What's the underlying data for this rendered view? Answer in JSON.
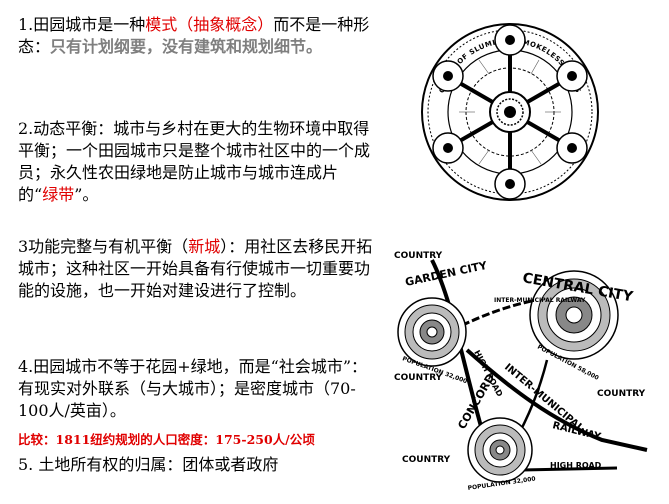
{
  "items": {
    "p1": {
      "a": "1.田园城市是一种",
      "b": "模式（抽象概念）",
      "c": "而不是一种形态：",
      "d": "只有计划纲要，没有建筑和规划细节。"
    },
    "p2": {
      "a": "2.动态平衡：城市与乡村在更大的生物环境中取得平衡；一个田园城市只是整个城市社区中的一个成员；永久性农田绿地是防止城市与城市连成片的“",
      "b": "绿带",
      "c": "”。"
    },
    "p3": {
      "a": "3功能完整与有机平衡（",
      "b": "新城",
      "c": "）：用社区去移民开拓城市；这种社区一开始具备有行使城市一切重要功能的设施，也一开始对建设进行了控制。"
    },
    "p4": {
      "a": "4.田园城市不等于花园+绿地，而是“社会城市”：有现实对外联系（与大城市）；是密度城市（70-100人/英亩）。"
    },
    "note": "比较：1811纽约规划的人口密度：175-250人/公顷",
    "p5": {
      "a": "5. 土地所有权的归属：团体或者政府"
    },
    "diagram_top": {
      "title": "GROUP OF SLUMLESS SMOKELESS CITIES"
    },
    "diagram_bottom": {
      "country_1": "COUNTRY",
      "country_2": "COUNTRY",
      "country_3": "COUNTRY",
      "country_4": "COUNTRY",
      "garden_city": "GARDEN CITY",
      "central_city": "CENTRAL CITY",
      "concord": "CONCORD",
      "pop_gc": "POPULATION 32,000",
      "pop_cc": "POPULATION 58,000",
      "pop_concord": "POPULATION 32,000",
      "inter_municipal_railway": "INTER-MUNICIPAL RAILWAY",
      "high_road": "HIGH ROAD",
      "inter_municipal": "INTER-MUNICIPAL",
      "railway": "RAILWAY"
    }
  }
}
